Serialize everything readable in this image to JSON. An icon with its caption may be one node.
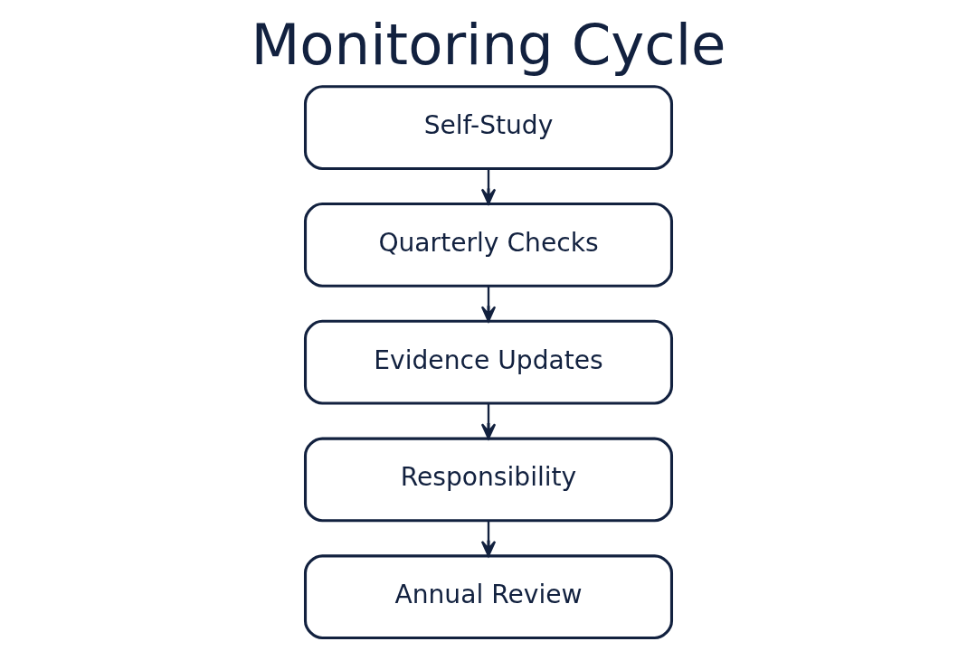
{
  "diagram": {
    "title": "Monitoring Cycle",
    "nodes": [
      {
        "text": [
          "Self-Study"
        ]
      },
      {
        "text": [
          "Quarterly Checks"
        ]
      },
      {
        "text": [
          "Evidence Updates"
        ]
      },
      {
        "text": [
          "Responsibility"
        ]
      },
      {
        "text": [
          "Annual Review"
        ]
      }
    ],
    "edges": [
      {
        "from": 0,
        "to": 1,
        "arrow": "to"
      },
      {
        "from": 1,
        "to": 2,
        "arrow": "to"
      },
      {
        "from": 2,
        "to": 3,
        "arrow": "to"
      },
      {
        "from": 3,
        "to": 4,
        "arrow": "to"
      }
    ]
  }
}
